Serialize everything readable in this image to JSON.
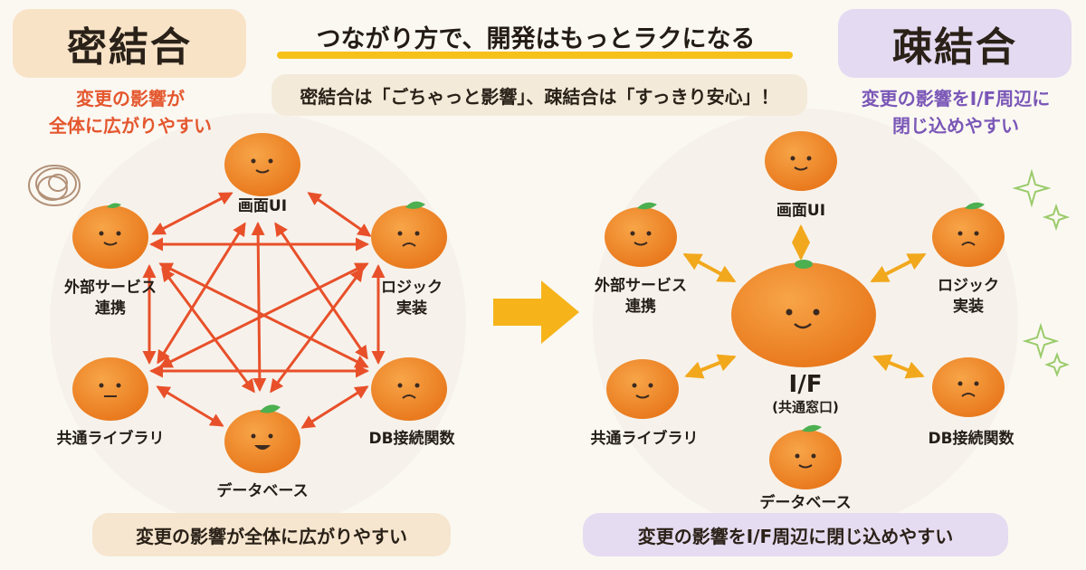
{
  "left_panel": {
    "title": "密結合",
    "tagline_line1": "変更の影響が",
    "tagline_line2": "全体に広がりやすい",
    "footer": "変更の影響が全体に広がりやすい",
    "nodes": {
      "ui": "画面UI",
      "logic_line1": "ロジック",
      "logic_line2": "実装",
      "external_line1": "外部サービス",
      "external_line2": "連携",
      "common": "共通ライブラリ",
      "db": "DB接続関数",
      "database": "データベース"
    }
  },
  "center": {
    "headline": "つながり方で、開発はもっとラクになる",
    "subtitle": "密結合は「ごちゃっと影響」、疎結合は「すっきり安心」！"
  },
  "right_panel": {
    "title": "疎結合",
    "tagline_line1": "変更の影響をI/F周辺に",
    "tagline_line2": "閉じ込めやすい",
    "footer": "変更の影響をI/F周辺に閉じ込めやすい",
    "hub_label": "I/F",
    "hub_sublabel": "(共通窓口)",
    "nodes": {
      "ui": "画面UI",
      "logic_line1": "ロジック",
      "logic_line2": "実装",
      "external_line1": "外部サービス",
      "external_line2": "連携",
      "common": "共通ライブラリ",
      "db": "DB接続関数",
      "database": "データベース"
    }
  },
  "colors": {
    "tight_arrow": "#e8502a",
    "loose_arrow": "#f2a81d",
    "orange": "#f08a24",
    "leaf": "#4caf50",
    "left_accent": "#e4572e",
    "right_accent": "#7a57b7",
    "transition_arrow": "#f6b41a"
  }
}
